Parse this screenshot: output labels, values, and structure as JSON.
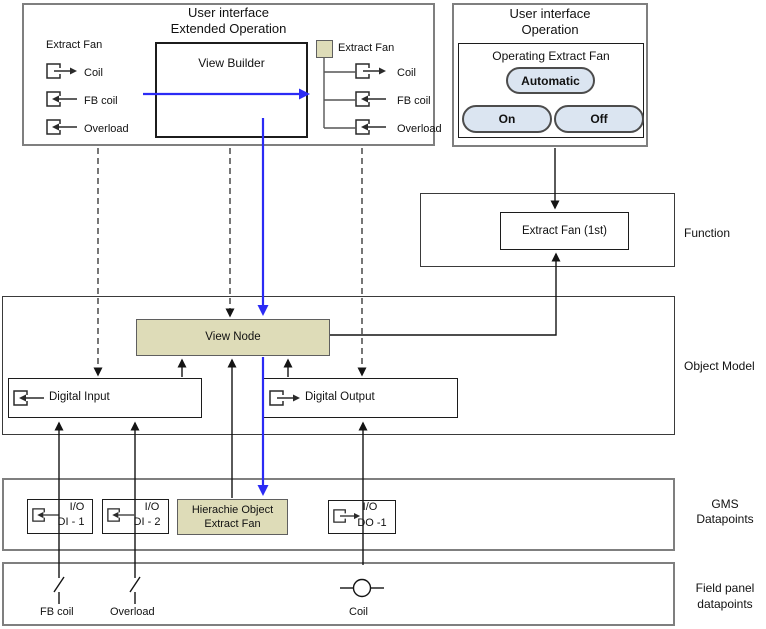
{
  "colors": {
    "accent_blue": "#2b2bf5",
    "tan_fill": "#dedcb8",
    "pill_fill": "#dbe5f1"
  },
  "ui_extended": {
    "title1": "User interface",
    "title2": "Extended Operation",
    "left_heading": "Extract Fan",
    "left_items": [
      "Coil",
      "FB coil",
      "Overload"
    ],
    "view_builder_label": "View Builder",
    "right_heading": "Extract Fan",
    "right_items": [
      "Coil",
      "FB coil",
      "Overload"
    ]
  },
  "ui_operation": {
    "title1": "User interface",
    "title2": "Operation",
    "panel_title": "Operating Extract Fan",
    "automatic_label": "Automatic",
    "on_label": "On",
    "off_label": "Off"
  },
  "function_section": {
    "box_label": "Extract Fan (1st)",
    "side_label": "Function"
  },
  "object_model": {
    "view_node_label": "View Node",
    "digital_input_label": "Digital Input",
    "digital_output_label": "Digital Output",
    "side_label": "Object Model"
  },
  "gms": {
    "dp1": {
      "line1": "I/O",
      "line2": "DI - 1"
    },
    "dp2": {
      "line1": "I/O",
      "line2": "DI - 2"
    },
    "hierachie": {
      "line1": "Hierachie Object",
      "line2": "Extract Fan"
    },
    "dp3": {
      "line1": "I/O",
      "line2": "DO -1"
    },
    "side_label1": "GMS",
    "side_label2": "Datapoints"
  },
  "field_panel": {
    "fb_coil_label": "FB coil",
    "overload_label": "Overload",
    "coil_label": "Coil",
    "side_label1": "Field panel",
    "side_label2": "datapoints"
  }
}
